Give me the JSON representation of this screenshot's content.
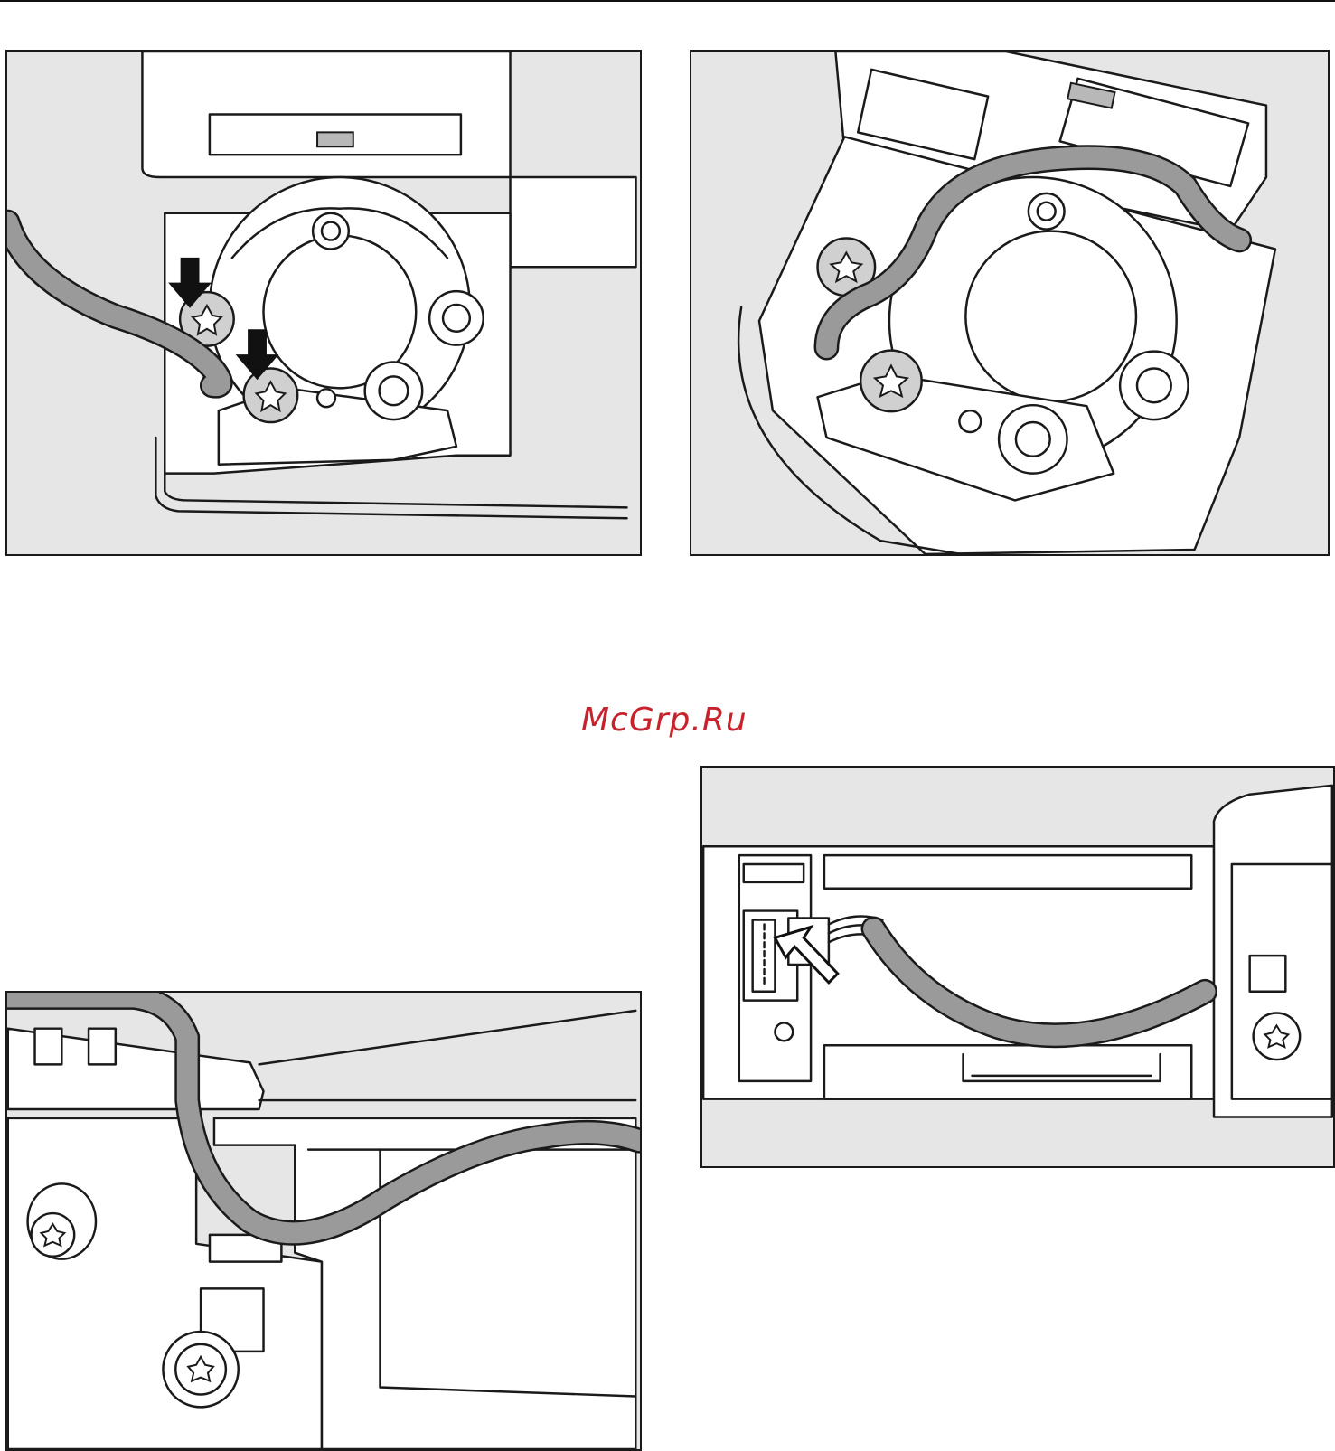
{
  "page": {
    "watermark": "McGrp.Ru"
  },
  "figures": [
    {
      "id": "figure-1",
      "description_icon": "screws-arrows-icon"
    },
    {
      "id": "figure-2",
      "description_icon": "cable-routing-icon"
    },
    {
      "id": "figure-3",
      "description_icon": "cable-channel-icon"
    },
    {
      "id": "figure-4",
      "description_icon": "plug-connector-icon"
    }
  ],
  "colors": {
    "watermark": "#c8232c",
    "panel_background": "#e6e6e6",
    "cable": "#9a9a9a"
  }
}
